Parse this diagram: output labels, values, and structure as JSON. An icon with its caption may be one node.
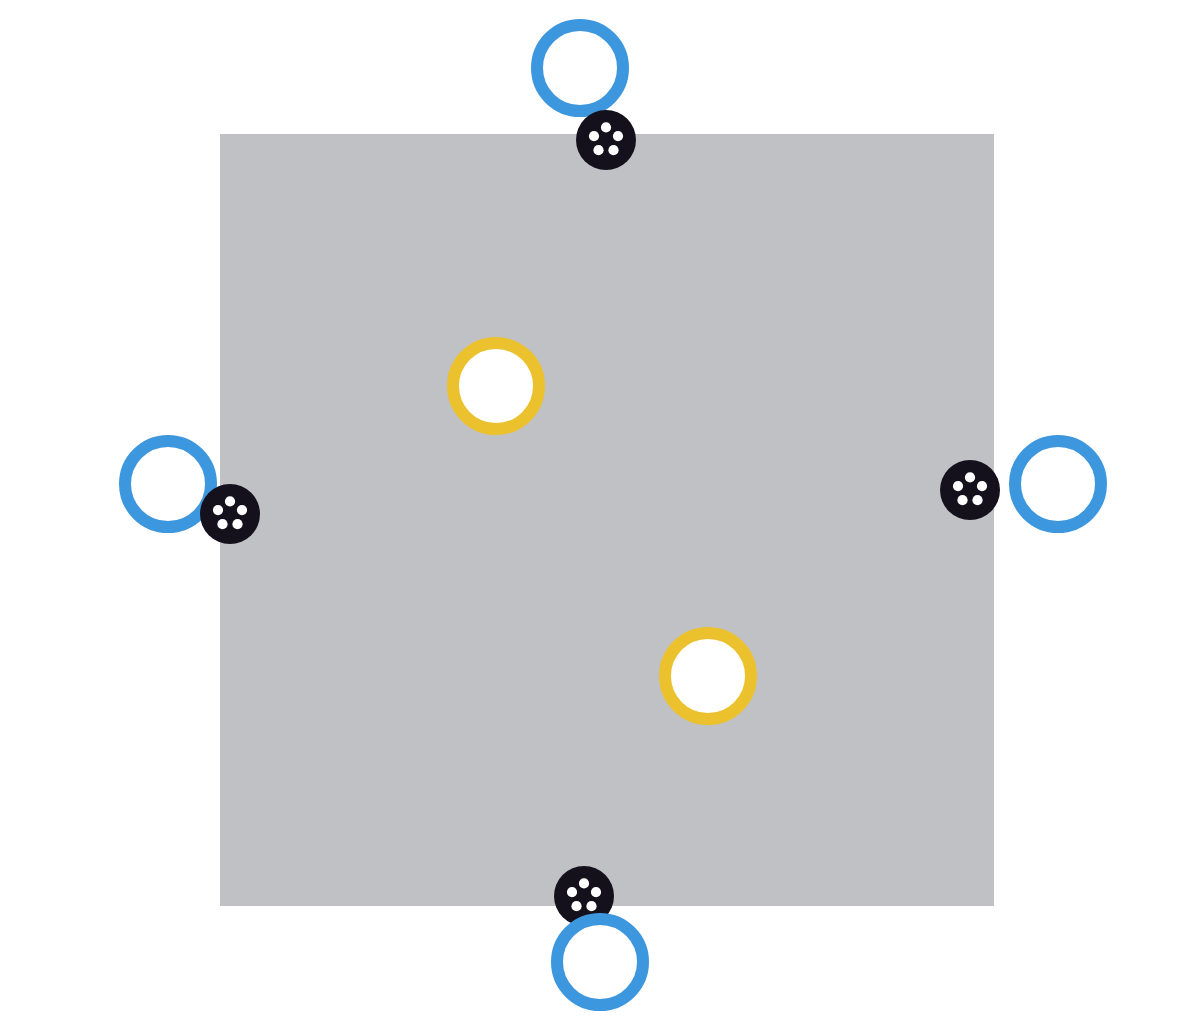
{
  "diagram": {
    "nodes": [
      {
        "text": [],
        "shape": "box"
      },
      {
        "text": [],
        "shape": "circle"
      },
      {
        "text": [],
        "shape": "circle"
      },
      {
        "text": [],
        "shape": "circle",
        "in": 0
      },
      {
        "text": [],
        "shape": "circle"
      },
      {
        "text": [],
        "shape": "circle"
      },
      {
        "text": [],
        "shape": "circle"
      },
      {
        "text": [],
        "shape": "circle"
      },
      {
        "text": [],
        "shape": "circle",
        "in": 0
      },
      {
        "text": [],
        "shape": "circle"
      },
      {
        "text": [],
        "shape": "circle"
      }
    ]
  }
}
